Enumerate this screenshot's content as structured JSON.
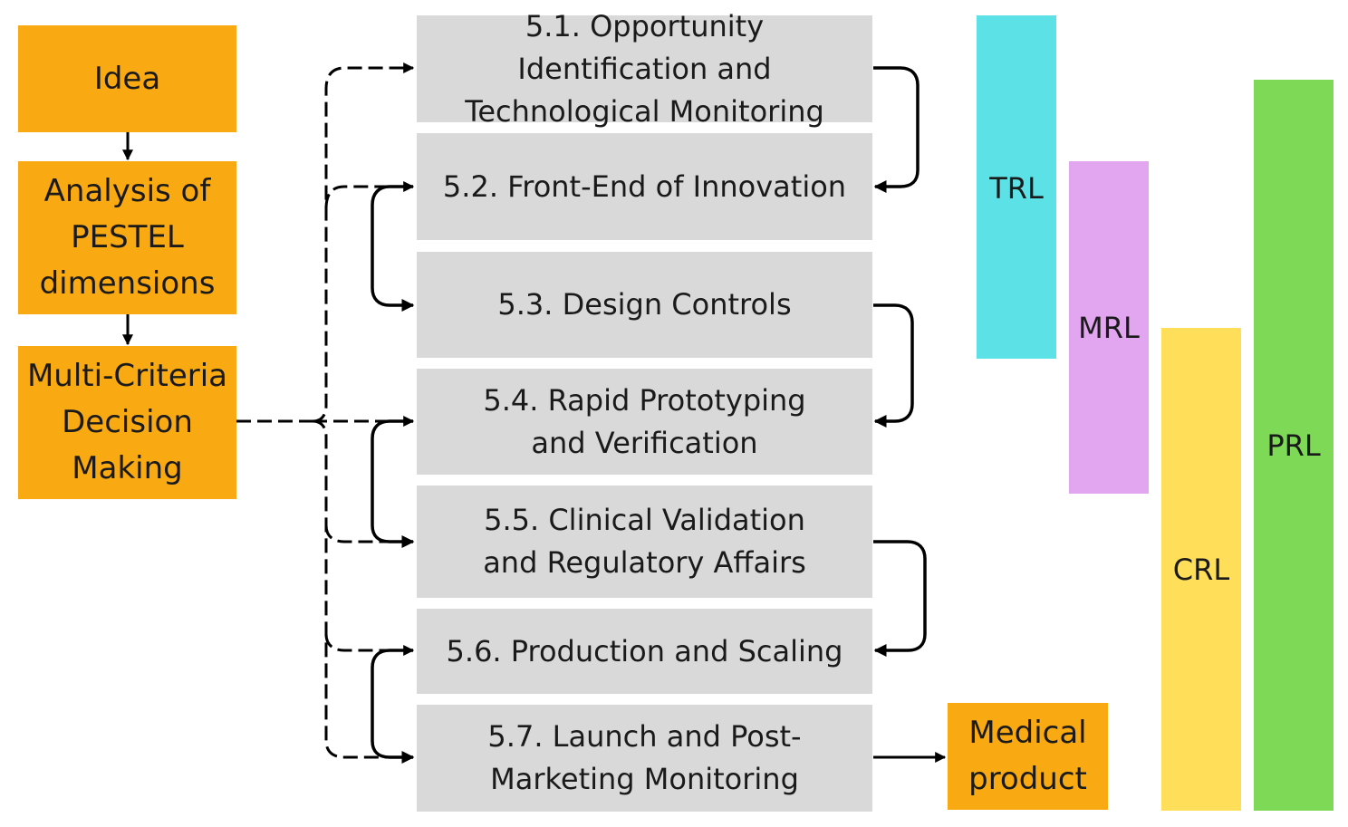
{
  "left_column": {
    "idea": "Idea",
    "pestel": "Analysis of PESTEL dimensions",
    "mcdm": "Multi-Criteria Decision Making"
  },
  "stages": [
    {
      "label": "5.1. Opportunity Identification and Technological Monitoring"
    },
    {
      "label": "5.2. Front-End of Innovation"
    },
    {
      "label": "5.3. Design Controls"
    },
    {
      "label": "5.4. Rapid Prototyping and Verification"
    },
    {
      "label": "5.5. Clinical Validation and Regulatory Affairs"
    },
    {
      "label": "5.6. Production and Scaling"
    },
    {
      "label": "5.7. Launch and Post-Marketing Monitoring"
    }
  ],
  "output": {
    "medical_product": "Medical product"
  },
  "readiness_levels": [
    {
      "label": "TRL",
      "color": "#5ce1e6"
    },
    {
      "label": "MRL",
      "color": "#e2a6f0"
    },
    {
      "label": "CRL",
      "color": "#ffde59"
    },
    {
      "label": "PRL",
      "color": "#7ed957"
    }
  ],
  "colors": {
    "orange": "#f9a911",
    "grey": "#d9d9d9",
    "arrow": "#000000"
  }
}
